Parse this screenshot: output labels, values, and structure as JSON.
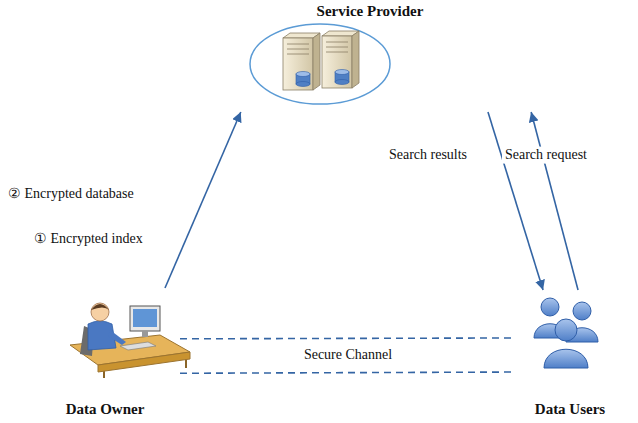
{
  "diagram": {
    "nodes": [
      {
        "text": [
          "Service Provider"
        ]
      },
      {
        "text": [
          "Data Owner"
        ]
      },
      {
        "text": [
          "Data Users"
        ]
      }
    ],
    "edges": [
      {
        "from": 1,
        "to": 0,
        "arrow": "to"
      },
      {
        "from": 0,
        "to": 2,
        "label": "Search results",
        "arrow": "to"
      },
      {
        "from": 2,
        "to": 0,
        "label": "Search request",
        "arrow": "to"
      },
      {
        "from": 1,
        "to": 2,
        "label": "Secure Channel",
        "arrow": "none"
      }
    ],
    "labels": [
      "② Encrypted database",
      "① Encrypted index"
    ]
  }
}
